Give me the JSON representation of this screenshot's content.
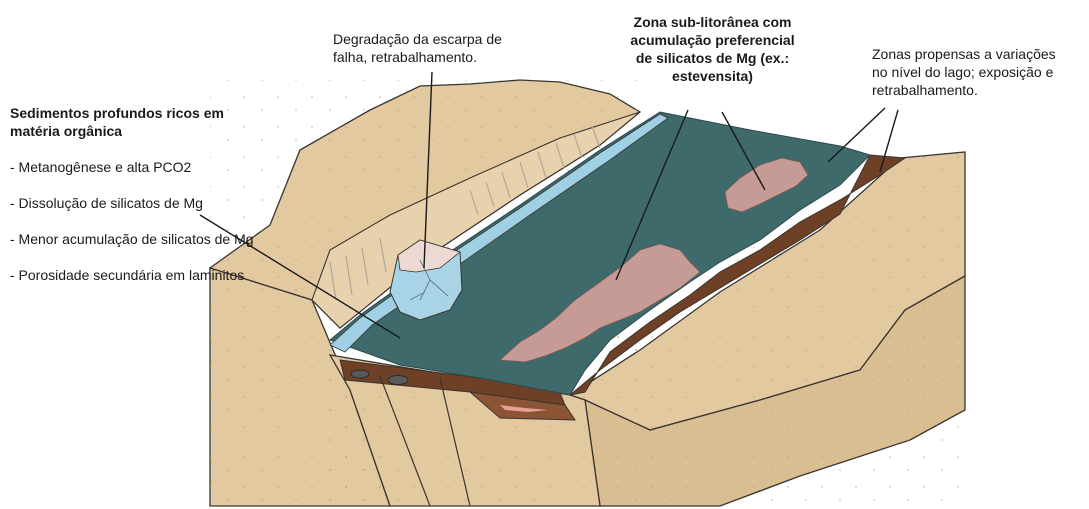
{
  "annotations": {
    "sedimentos": {
      "title": "Sedimentos profundos ricos em\nmatéria orgânica",
      "bullets": [
        "- Metanogênese e alta PCO2",
        "- Dissolução de silicatos de Mg",
        "- Menor acumulação de silicatos de Mg",
        "- Porosidade secundária em laminitos"
      ]
    },
    "degradacao": "Degradação da escarpa de\nfalha, retrabalhamento.",
    "zona_sublitoranea": "Zona sub-litorânea com\nacumulação preferencial\nde silicatos de Mg (ex.:\nestevensita)",
    "zonas_propensas": "Zonas propensas a variações\nno nível do lago; exposição e\nretrabalhamento."
  },
  "colors": {
    "sediment": "#e3c9a0",
    "sediment_dark": "#d2b78d",
    "lake_deep": "#3e6a6c",
    "lake_shallow": "#9fd0e3",
    "fan": "#a9d4e6",
    "fan_pale": "#ecd9d3",
    "silicate": "#c79b95",
    "brown_layer": "#6e4126",
    "outline": "#3a3430"
  }
}
